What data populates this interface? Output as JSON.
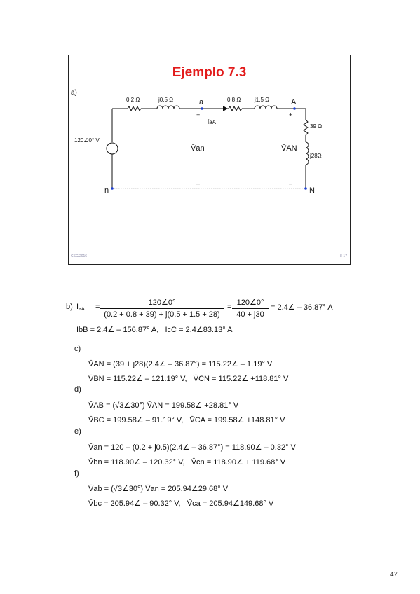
{
  "slide": {
    "title": "Ejemplo 7.3",
    "part_label": "a)",
    "footer_left": "CSC/2016",
    "footer_right": "8-17",
    "circuit": {
      "r1": "0.2 Ω",
      "x1": "j0.5 Ω",
      "node_a": "a",
      "r2": "0.8 Ω",
      "x2": "j1.5 Ω",
      "node_A": "A",
      "source": "120∠0° V",
      "current": "ĪaA",
      "plus_a": "+",
      "plus_A": "+",
      "v_an": "V̄an",
      "v_AN": "V̄AN",
      "r_load": "39 Ω",
      "x_load": "j28Ω",
      "node_n": "n",
      "node_N": "N",
      "minus_a": "–",
      "minus_A": "–"
    }
  },
  "solution": {
    "b_label": "b)",
    "b_lhs": "Ī",
    "b_lhs_sub": "aA",
    "b_eq1": "=",
    "b_frac1_num": "120∠0°",
    "b_frac1_den": "(0.2 + 0.8 + 39) + j(0.5 + 1.5 + 28)",
    "b_eq2": "=",
    "b_frac2_num": "120∠0°",
    "b_frac2_den": "40 + j30",
    "b_result": "= 2.4∠ – 36.87° A",
    "b_line2_ibB": "ĪbB",
    "b_line2": "= 2.4∠ – 156.87° A,",
    "b_line2_icC": "ĪcC",
    "b_line2b": "= 2.4∠83.13° A",
    "c_label": "c)",
    "c1_lhs": "V̄AN",
    "c1": "= (39 + j28)(2.4∠ – 36.87°) = 115.22∠ – 1.19° V",
    "c2_lhs": "V̄BN",
    "c2": "= 115.22∠ – 121.19° V,",
    "c2_lhs2": "V̄CN",
    "c2b": "= 115.22∠ +118.81° V",
    "d_label": "d)",
    "d1_lhs": "V̄AB",
    "d1": "= (√3∠30°) V̄AN = 199.58∠ +28.81° V",
    "d2_lhs": "V̄BC",
    "d2": "= 199.58∠ – 91.19° V,",
    "d2_lhs2": "V̄CA",
    "d2b": "= 199.58∠ +148.81° V",
    "e_label": "e)",
    "e1_lhs": "V̄an",
    "e1": "= 120 – (0.2 + j0.5)(2.4∠ – 36.87°) = 118.90∠ – 0.32° V",
    "e2_lhs": "V̄bn",
    "e2": "= 118.90∠ – 120.32° V,",
    "e2_lhs2": "V̄cn",
    "e2b": "= 118.90∠ + 119.68° V",
    "f_label": "f)",
    "f1_lhs": "V̄ab",
    "f1": "= (√3∠30°) V̄an = 205.94∠29.68° V",
    "f2_lhs": "V̄bc",
    "f2": "= 205.94∠ – 90.32° V,",
    "f2_lhs2": "V̄ca",
    "f2b": "= 205.94∠149.68° V"
  },
  "page_number": "47",
  "colors": {
    "title": "#e21b1b",
    "wire": "#111111",
    "node": "#1c3fd1"
  }
}
